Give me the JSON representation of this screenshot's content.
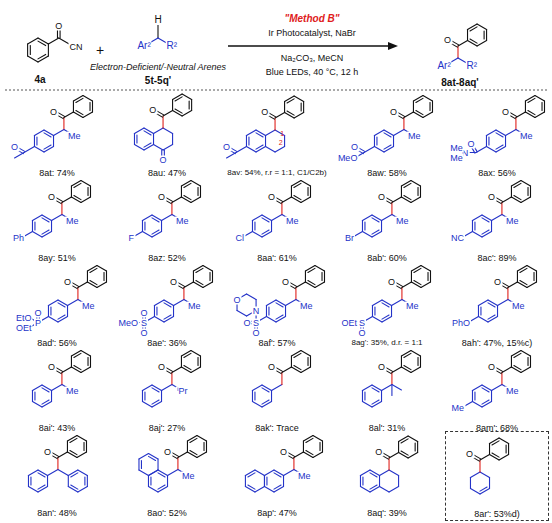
{
  "diagram": {
    "nodes": [
      {
        "text": [
          "8ar': 53%d)"
        ]
      }
    ],
    "labels": [
      "O",
      "CN",
      "4a",
      "+",
      "H",
      "Ar²",
      "R²",
      "Electron-Deficient/-Neutral Arenes",
      "5t-5q'",
      "\"Method B\"",
      "Ir Photocatalyst, NaBr",
      "Na₂CO₃, MeCN",
      "Blue LEDs, 40 °C, 12 h",
      "O",
      "Ar²",
      "R²",
      "8at-8aq'",
      "O",
      "Me",
      "O",
      "8at: 74%",
      "O",
      "O",
      "8au: 47%",
      "O",
      "O",
      "1",
      "2",
      "8av: 54%, r.r = 1:1, C1/C2b)",
      "O",
      "Me",
      "O",
      "MeO",
      "8aw: 58%",
      "O",
      "Me",
      "O",
      "N",
      "Me",
      "Me",
      "8ax: 56%",
      "O",
      "Me",
      "Ph",
      "8ay: 51%",
      "O",
      "Me",
      "F",
      "8az: 52%",
      "O",
      "Me",
      "Cl",
      "8aa': 61%",
      "O",
      "Me",
      "Br",
      "8ab': 60%",
      "O",
      "Me",
      "NC",
      "8ac': 89%",
      "O",
      "Me",
      "P",
      "O",
      "EtO",
      "OEt",
      "8ad': 56%",
      "O",
      "Me",
      "S",
      "O",
      "O",
      "MeO",
      "8ae': 36%",
      "O",
      "Me",
      "S",
      "O",
      "O",
      "N",
      "O",
      "8af': 57%",
      "O",
      "Me",
      "S",
      "O",
      "OEt",
      "8ag': 35%, d.r. = 1:1",
      "O",
      "Me",
      "PhO",
      "8ah': 47%, 15%c)",
      "O",
      "Me",
      "8ai': 43%",
      "O",
      "ⁱPr",
      "8aj': 27%",
      "O",
      "8ak': Trace",
      "O",
      "8al': 31%",
      "O",
      "Me",
      "Me",
      "8am': 68%",
      "O",
      "8an': 48%",
      "O",
      "Me",
      "8ao': 52%",
      "O",
      "Me",
      "8ap': 47%",
      "O",
      "8aq': 39%",
      "O"
    ]
  }
}
